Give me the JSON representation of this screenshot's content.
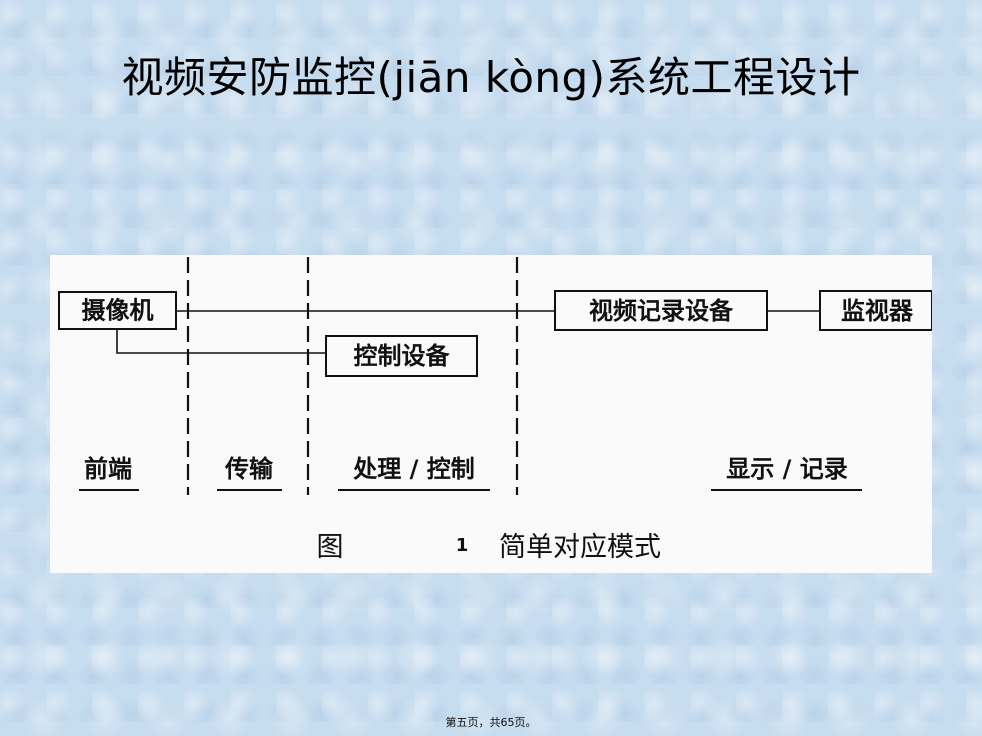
{
  "slide": {
    "title": "视频安防监控(jiān kòng)系统工程设计",
    "footer": "第五页，共65页。"
  },
  "diagram": {
    "boxes": {
      "camera": "摄像机",
      "control_device": "控制设备",
      "video_recorder": "视频记录设备",
      "monitor": "监视器"
    },
    "regions": {
      "front_end": "前端",
      "transmission": "传输",
      "processing_control": "处理 / 控制",
      "display_record": "显示 / 记录"
    },
    "caption": {
      "prefix": "图",
      "number": "1",
      "text": "简单对应模式"
    }
  },
  "colors": {
    "background": "#c6dcef",
    "panel": "#fafafa",
    "ink": "#111111"
  }
}
